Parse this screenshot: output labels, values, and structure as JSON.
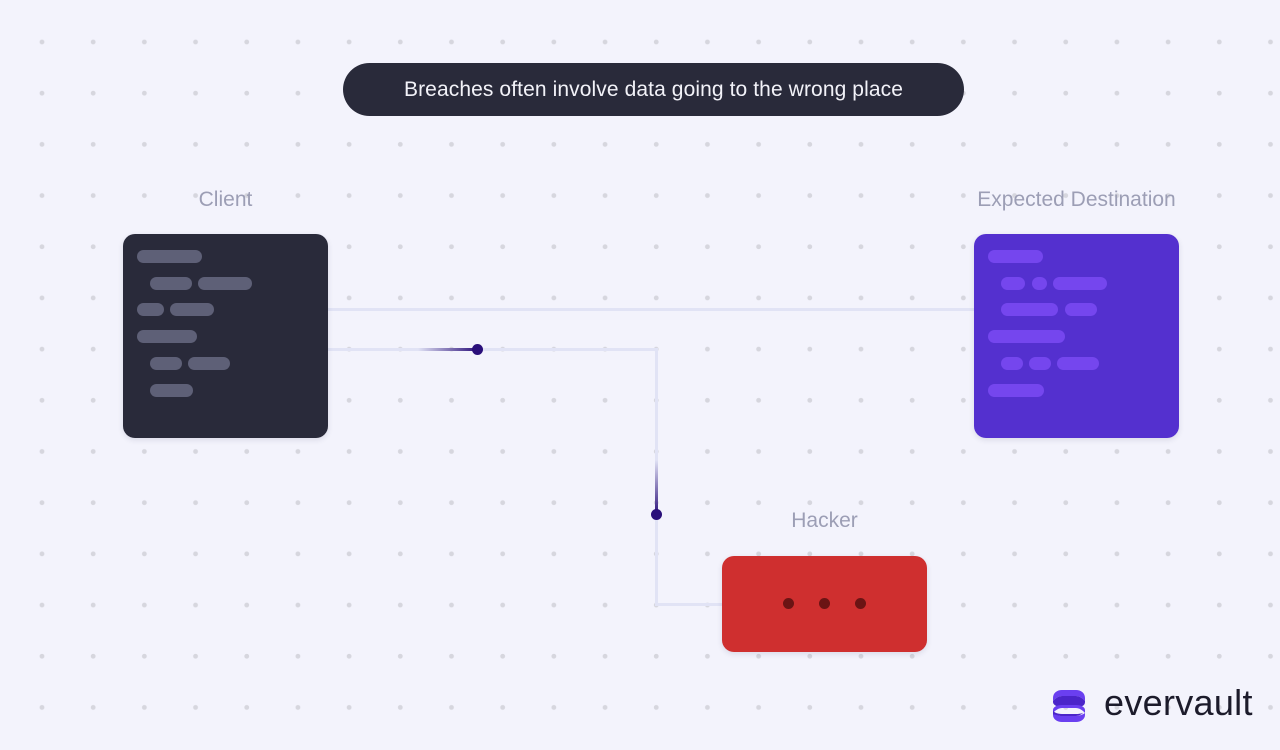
{
  "title": "Breaches often involve data going to the wrong place",
  "nodes": {
    "client": {
      "label": "Client",
      "color": "#292a3a",
      "bar_color": "#5e6077"
    },
    "destination": {
      "label": "Expected Destination",
      "color": "#5430cf",
      "bar_color": "#7546ee"
    },
    "hacker": {
      "label": "Hacker",
      "color": "#cf2f2f",
      "dot_color": "#6b1414"
    }
  },
  "edges": [
    {
      "from": "Client",
      "to": "Expected Destination",
      "style": "light"
    },
    {
      "from": "Client",
      "to": "Hacker",
      "style": "animated-packet"
    }
  ],
  "colors": {
    "background": "#f3f3fc",
    "grid_dot": "#d6d6de",
    "line": "#e1e3f5",
    "packet": "#2a0f7a",
    "label": "#9c9eb5"
  },
  "brand": {
    "name": "evervault",
    "icon": "evervault-logo-icon",
    "color": "#6a3ff0"
  }
}
